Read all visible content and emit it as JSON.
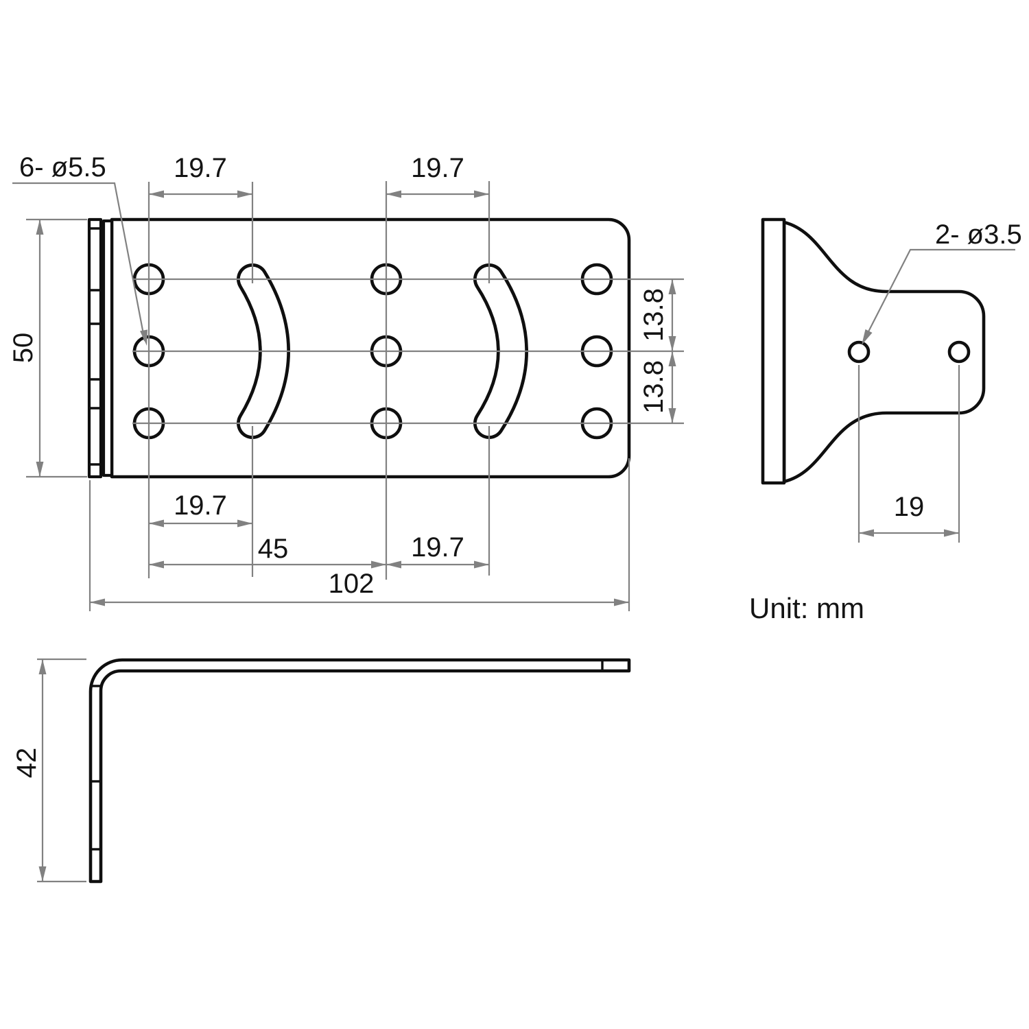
{
  "unit_note": "Unit: mm",
  "front_view": {
    "hole_callout": "6- ø5.5",
    "dims": {
      "top_pitch_left": "19.7",
      "top_pitch_right": "19.7",
      "height": "50",
      "row_pitch_upper": "13.8",
      "row_pitch_lower": "13.8",
      "bottom_pitch_left": "19.7",
      "bottom_span_center": "45",
      "bottom_pitch_right": "19.7",
      "overall_width": "102"
    }
  },
  "side_view": {
    "hole_callout": "2- ø3.5",
    "dims": {
      "hole_spacing": "19"
    }
  },
  "profile_view": {
    "dims": {
      "leg_height": "42"
    }
  },
  "colors": {
    "background": "#ffffff",
    "outline": "#0f0f0f",
    "dimension_line": "#818181",
    "text": "#141414"
  }
}
